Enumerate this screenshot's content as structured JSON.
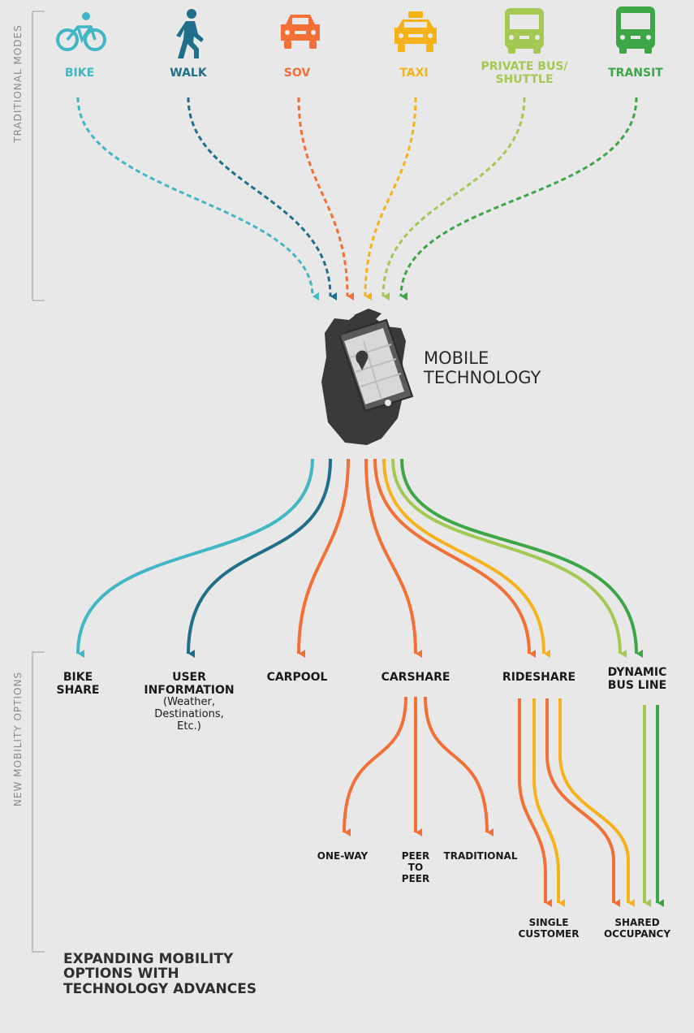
{
  "side_labels": {
    "top": "TRADITIONAL MODES",
    "middle": "NEW MOBILITY OPTIONS"
  },
  "colors": {
    "bike": "#41b6c4",
    "walk": "#1f6f8b",
    "sov": "#f26f35",
    "taxi": "#f5b21b",
    "private_bus": "#a3c952",
    "transit": "#3da647",
    "text": "#2a2a2a",
    "background": "#e8e8e8"
  },
  "traditional_modes": [
    {
      "label": "BIKE",
      "icon": "bicycle-icon",
      "color_key": "bike"
    },
    {
      "label": "WALK",
      "icon": "walking-person-icon",
      "color_key": "walk"
    },
    {
      "label": "SOV",
      "icon": "car-icon",
      "color_key": "sov"
    },
    {
      "label": "TAXI",
      "icon": "taxi-icon",
      "color_key": "taxi"
    },
    {
      "label": "PRIVATE BUS/\nSHUTTLE",
      "icon": "shuttle-bus-icon",
      "color_key": "private_bus"
    },
    {
      "label": "TRANSIT",
      "icon": "transit-bus-icon",
      "color_key": "transit"
    }
  ],
  "center": {
    "label": "MOBILE\nTECHNOLOGY",
    "icon": "hand-holding-phone-icon"
  },
  "new_options": [
    {
      "label": "BIKE\nSHARE"
    },
    {
      "label": "USER\nINFORMATION",
      "note": "(Weather,\nDestinations,\nEtc.)"
    },
    {
      "label": "CARPOOL"
    },
    {
      "label": "CARSHARE"
    },
    {
      "label": "RIDESHARE"
    },
    {
      "label": "DYNAMIC\nBUS LINE"
    }
  ],
  "carshare_types": [
    {
      "label": "ONE-WAY"
    },
    {
      "label": "PEER\nTO\nPEER"
    },
    {
      "label": "TRADITIONAL"
    }
  ],
  "occupancy_types": [
    {
      "label": "SINGLE\nCUSTOMER"
    },
    {
      "label": "SHARED\nOCCUPANCY"
    }
  ],
  "footer": {
    "title": "EXPANDING MOBILITY\nOPTIONS WITH\nTECHNOLOGY ADVANCES"
  }
}
